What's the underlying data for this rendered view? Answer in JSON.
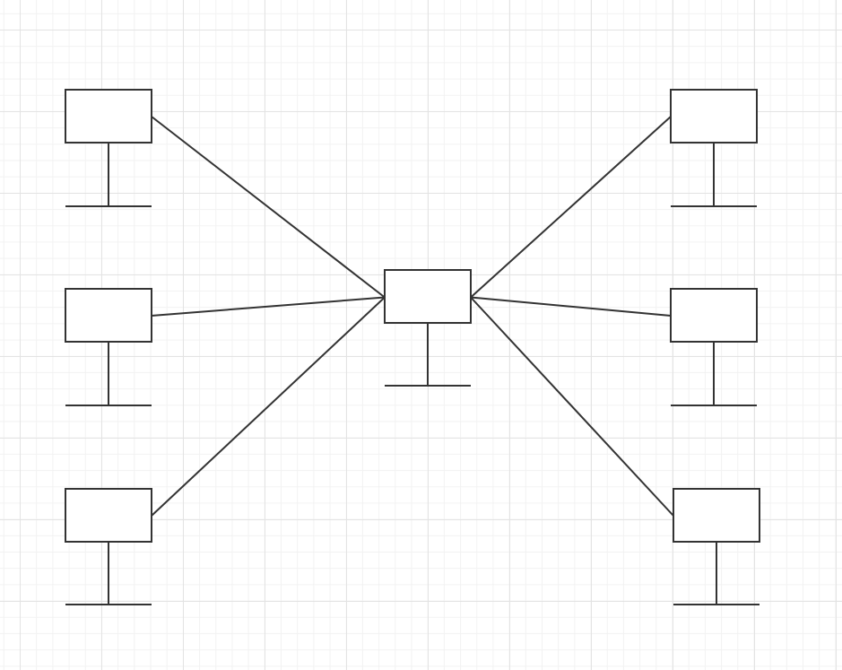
{
  "diagram": {
    "type": "star-network",
    "hub": "center-node",
    "nodes": [
      {
        "id": "center-node",
        "label": ""
      },
      {
        "id": "left-top-node",
        "label": ""
      },
      {
        "id": "left-middle-node",
        "label": ""
      },
      {
        "id": "left-bottom-node",
        "label": ""
      },
      {
        "id": "right-top-node",
        "label": ""
      },
      {
        "id": "right-middle-node",
        "label": ""
      },
      {
        "id": "right-bottom-node",
        "label": ""
      }
    ],
    "edges": [
      {
        "from": "center-node",
        "to": "left-top-node"
      },
      {
        "from": "center-node",
        "to": "left-middle-node"
      },
      {
        "from": "center-node",
        "to": "left-bottom-node"
      },
      {
        "from": "center-node",
        "to": "right-top-node"
      },
      {
        "from": "center-node",
        "to": "right-middle-node"
      },
      {
        "from": "center-node",
        "to": "right-bottom-node"
      }
    ],
    "colors": {
      "stroke": "#333333",
      "node_fill": "#ffffff",
      "grid_major": "#e3e3e3",
      "grid_minor": "#f2f2f2",
      "background": "#ffffff"
    },
    "grid": true
  }
}
